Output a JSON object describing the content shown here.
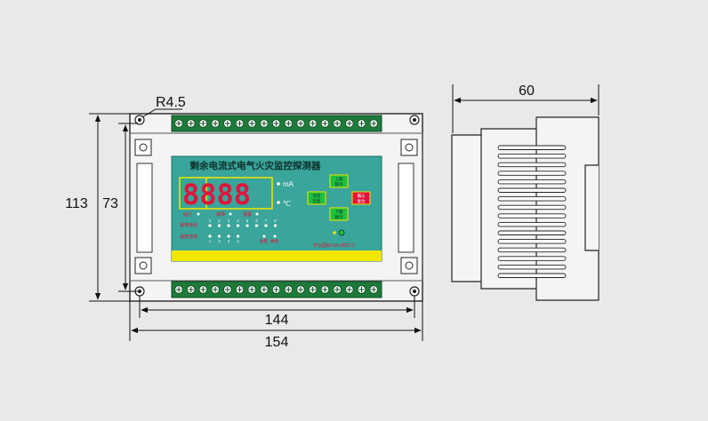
{
  "dimensions": {
    "radius": "R4.5",
    "height_outer": "113",
    "height_inner": "73",
    "width_inner": "144",
    "width_outer": "154",
    "depth": "60"
  },
  "panel": {
    "title": "剩余电流式电气火灾监控探测器",
    "display_digits": "8888",
    "unit_ma": "mA",
    "unit_c": "℃",
    "btn_up": "上翻\n翻页",
    "btn_silence": "消音\n回复",
    "btn_down": "下翻\n翻页",
    "btn_reset": "确认\n复位",
    "lbl_run": "运行",
    "lbl_fault": "故障",
    "lbl_alarm": "报警",
    "lbl_leak": "漏电通道",
    "lbl_temp": "温度通道",
    "lbl_alarm2": "报警",
    "lbl_fault2": "故障",
    "standard": "符合国标:GB14287.2",
    "leak_channels": [
      "1",
      "2",
      "3",
      "4",
      "5",
      "6",
      "7",
      "8"
    ],
    "temp_channels": [
      "1",
      "2",
      "3",
      "4"
    ]
  },
  "colors": {
    "terminal_green": "#1e7a3a",
    "panel_teal": "#3aa59a",
    "panel_yellow": "#f2e600",
    "digit_red": "#e0143c",
    "btn_green": "#1fbf3f",
    "btn_red": "#e0143c"
  }
}
